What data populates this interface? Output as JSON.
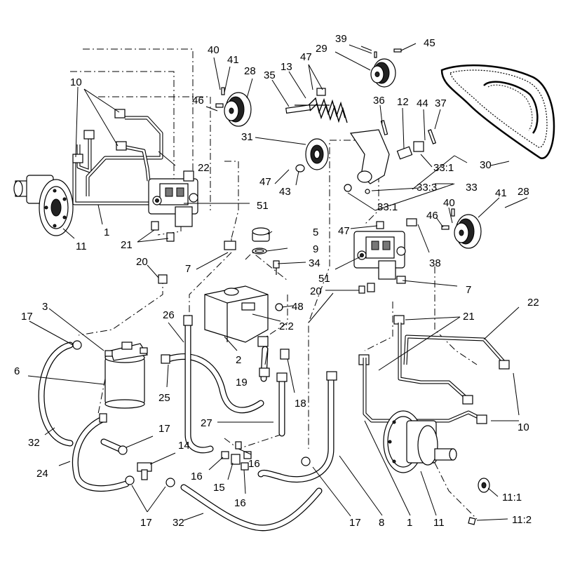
{
  "diagram": {
    "callouts": [
      {
        "id": "c-39",
        "text": "39"
      },
      {
        "id": "c-45",
        "text": "45"
      },
      {
        "id": "c-29",
        "text": "29"
      },
      {
        "id": "c-47a",
        "text": "47"
      },
      {
        "id": "c-40a",
        "text": "40"
      },
      {
        "id": "c-41a",
        "text": "41"
      },
      {
        "id": "c-13",
        "text": "13"
      },
      {
        "id": "c-35",
        "text": "35"
      },
      {
        "id": "c-28a",
        "text": "28"
      },
      {
        "id": "c-10a",
        "text": "10"
      },
      {
        "id": "c-46a",
        "text": "46"
      },
      {
        "id": "c-36",
        "text": "36"
      },
      {
        "id": "c-12",
        "text": "12"
      },
      {
        "id": "c-44",
        "text": "44"
      },
      {
        "id": "c-37",
        "text": "37"
      },
      {
        "id": "c-31",
        "text": "31"
      },
      {
        "id": "c-22a",
        "text": "22"
      },
      {
        "id": "c-33-1a",
        "text": "33:1"
      },
      {
        "id": "c-30",
        "text": "30"
      },
      {
        "id": "c-47b",
        "text": "47"
      },
      {
        "id": "c-43",
        "text": "43"
      },
      {
        "id": "c-33-3",
        "text": "33:3"
      },
      {
        "id": "c-33",
        "text": "33"
      },
      {
        "id": "c-41b",
        "text": "41"
      },
      {
        "id": "c-28b",
        "text": "28"
      },
      {
        "id": "c-51a",
        "text": "51"
      },
      {
        "id": "c-33-1b",
        "text": "33:1"
      },
      {
        "id": "c-40b",
        "text": "40"
      },
      {
        "id": "c-1a",
        "text": "1"
      },
      {
        "id": "c-46b",
        "text": "46"
      },
      {
        "id": "c-11a",
        "text": "11"
      },
      {
        "id": "c-21a",
        "text": "21"
      },
      {
        "id": "c-5",
        "text": "5"
      },
      {
        "id": "c-47c",
        "text": "47"
      },
      {
        "id": "c-9",
        "text": "9"
      },
      {
        "id": "c-7a",
        "text": "7"
      },
      {
        "id": "c-38",
        "text": "38"
      },
      {
        "id": "c-20a",
        "text": "20"
      },
      {
        "id": "c-34",
        "text": "34"
      },
      {
        "id": "c-51b",
        "text": "51"
      },
      {
        "id": "c-20b",
        "text": "20"
      },
      {
        "id": "c-7b",
        "text": "7"
      },
      {
        "id": "c-48",
        "text": "48"
      },
      {
        "id": "c-3",
        "text": "3"
      },
      {
        "id": "c-22b",
        "text": "22"
      },
      {
        "id": "c-26",
        "text": "26"
      },
      {
        "id": "c-17a",
        "text": "17"
      },
      {
        "id": "c-2-2",
        "text": "2:2"
      },
      {
        "id": "c-21b",
        "text": "21"
      },
      {
        "id": "c-6",
        "text": "6"
      },
      {
        "id": "c-2",
        "text": "2"
      },
      {
        "id": "c-19",
        "text": "19"
      },
      {
        "id": "c-25",
        "text": "25"
      },
      {
        "id": "c-18",
        "text": "18"
      },
      {
        "id": "c-27",
        "text": "27"
      },
      {
        "id": "c-32a",
        "text": "32"
      },
      {
        "id": "c-10b",
        "text": "10"
      },
      {
        "id": "c-17b",
        "text": "17"
      },
      {
        "id": "c-14",
        "text": "14"
      },
      {
        "id": "c-24",
        "text": "24"
      },
      {
        "id": "c-16a",
        "text": "16"
      },
      {
        "id": "c-16b",
        "text": "16"
      },
      {
        "id": "c-15",
        "text": "15"
      },
      {
        "id": "c-16c",
        "text": "16"
      },
      {
        "id": "c-11-1",
        "text": "11:1"
      },
      {
        "id": "c-17c",
        "text": "17"
      },
      {
        "id": "c-32b",
        "text": "32"
      },
      {
        "id": "c-17d",
        "text": "17"
      },
      {
        "id": "c-8",
        "text": "8"
      },
      {
        "id": "c-1b",
        "text": "1"
      },
      {
        "id": "c-11b",
        "text": "11"
      },
      {
        "id": "c-11-2",
        "text": "11:2"
      }
    ]
  }
}
